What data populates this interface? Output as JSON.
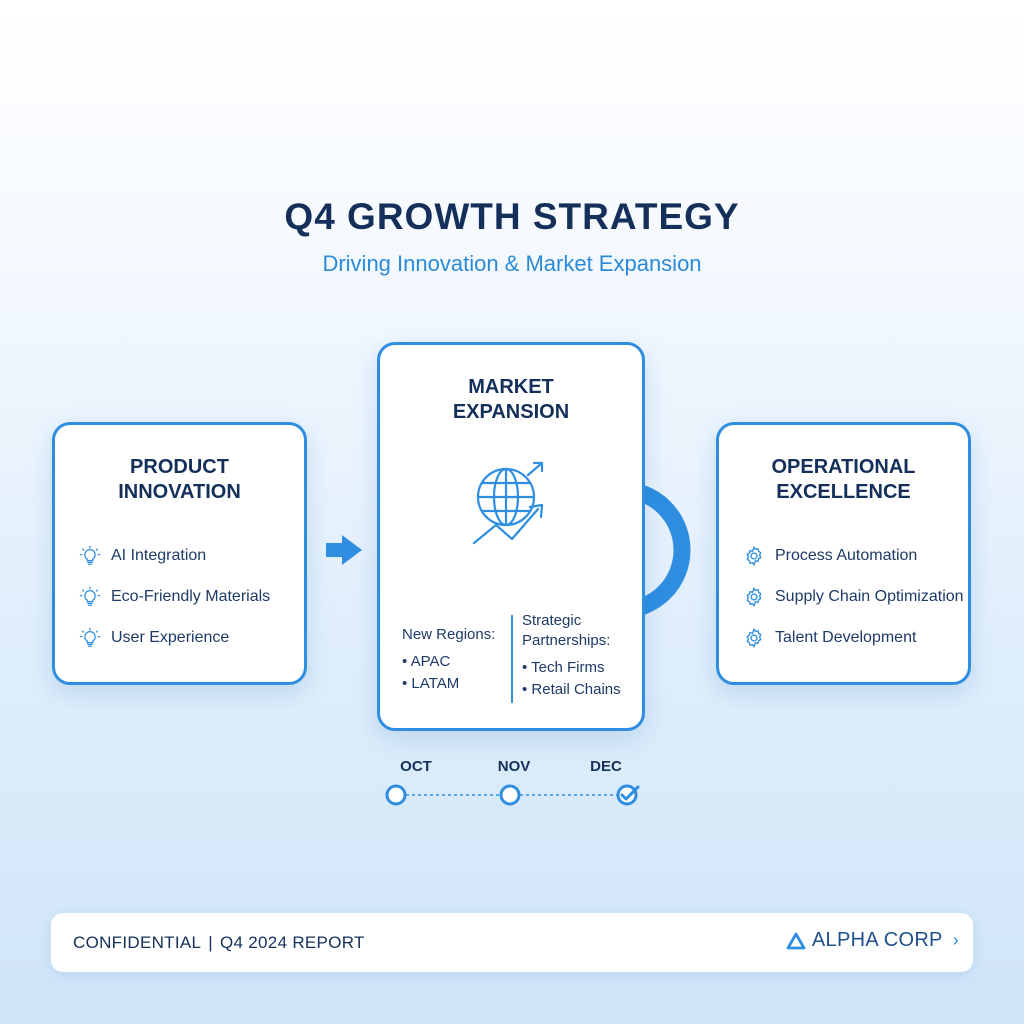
{
  "header": {
    "title": "Q4 GROWTH STRATEGY",
    "subtitle": "Driving Innovation & Market Expansion"
  },
  "cards": {
    "product": {
      "title_line1": "PRODUCT",
      "title_line2": "INNOVATION",
      "items": [
        "AI Integration",
        "Eco-Friendly Materials",
        "User Experience"
      ],
      "icon": "lightbulb-icon"
    },
    "market": {
      "title_line1": "MARKET",
      "title_line2": "EXPANSION",
      "icon": "globe-growth-icon",
      "regions_head": "New Regions:",
      "regions": [
        "APAC",
        "LATAM"
      ],
      "partners_head_line1": "Strategic",
      "partners_head_line2": "Partnerships:",
      "partners": [
        "Tech Firms",
        "Retail Chains"
      ]
    },
    "operations": {
      "title_line1": "OPERATIONAL",
      "title_line2": "EXCELLENCE",
      "items": [
        "Process Automation",
        "Supply Chain Optimization",
        "Talent Development"
      ],
      "icon": "gear-icon"
    }
  },
  "timeline": {
    "months": [
      "OCT",
      "NOV",
      "DEC"
    ],
    "completed": "DEC"
  },
  "footer": {
    "confidential": "CONFIDENTIAL",
    "separator": "|",
    "report": "Q4 2024 REPORT",
    "brand": "ALPHA CORP",
    "chevron": "›"
  },
  "colors": {
    "primary": "#2f8ee0",
    "navy": "#14305a",
    "accent_text": "#2b8ad8"
  }
}
